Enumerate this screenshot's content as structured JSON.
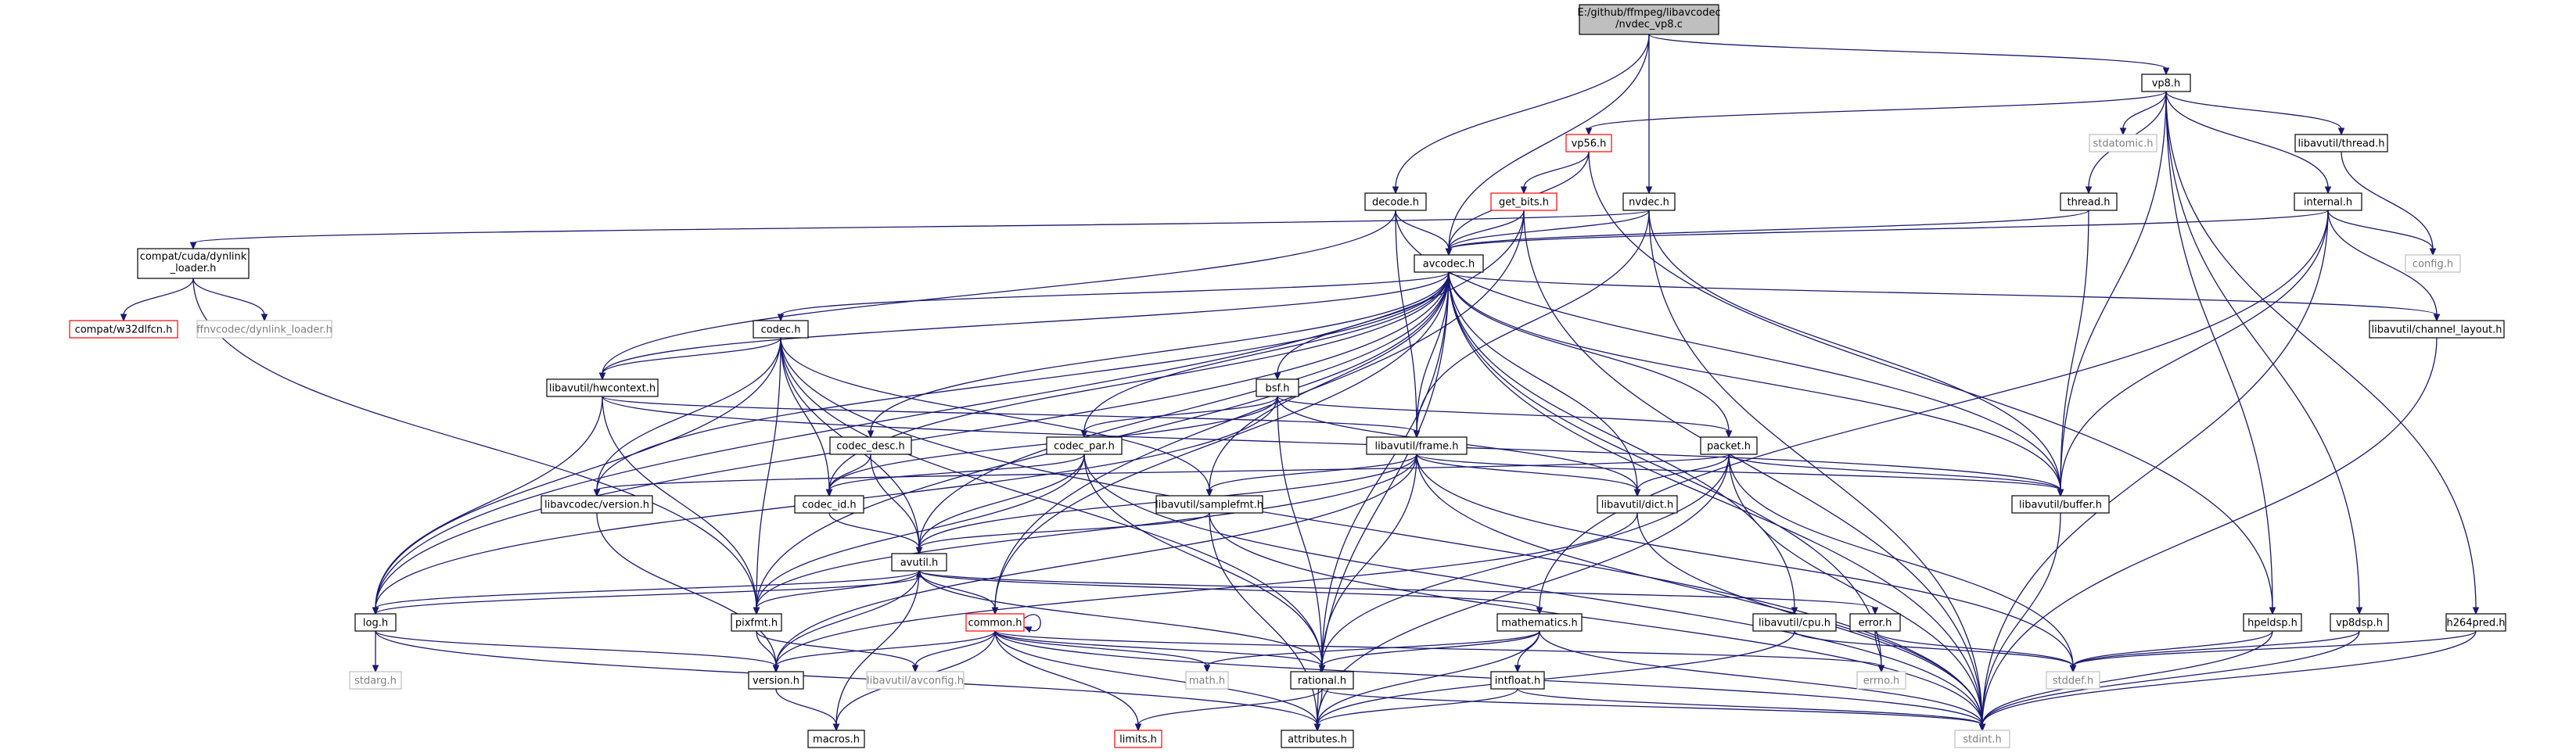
{
  "diagram": {
    "colors": {
      "edge": "#191970",
      "root_fill": "#bfbfbf",
      "node_border": "#000000",
      "missing_border": "#ff0000",
      "external_border": "#bfbfbf",
      "external_text": "#7f7f7f"
    },
    "nodes": [
      {
        "id": "root",
        "lines": [
          "E:/github/ffmpeg/libavcodec",
          "/nvdec_vp8.c"
        ],
        "kind": "root"
      },
      {
        "id": "vp8",
        "lines": [
          "vp8.h"
        ],
        "kind": "normal"
      },
      {
        "id": "vp56",
        "lines": [
          "vp56.h"
        ],
        "kind": "missing"
      },
      {
        "id": "stdatomic",
        "lines": [
          "stdatomic.h"
        ],
        "kind": "external"
      },
      {
        "id": "lthread",
        "lines": [
          "libavutil/thread.h"
        ],
        "kind": "normal"
      },
      {
        "id": "decode",
        "lines": [
          "decode.h"
        ],
        "kind": "normal"
      },
      {
        "id": "get_bits",
        "lines": [
          "get_bits.h"
        ],
        "kind": "missing"
      },
      {
        "id": "nvdec",
        "lines": [
          "nvdec.h"
        ],
        "kind": "normal"
      },
      {
        "id": "thread",
        "lines": [
          "thread.h"
        ],
        "kind": "normal"
      },
      {
        "id": "internal",
        "lines": [
          "internal.h"
        ],
        "kind": "normal"
      },
      {
        "id": "config",
        "lines": [
          "config.h"
        ],
        "kind": "external"
      },
      {
        "id": "cuda_loader",
        "lines": [
          "compat/cuda/dynlink",
          "_loader.h"
        ],
        "kind": "normal"
      },
      {
        "id": "avcodec",
        "lines": [
          "avcodec.h"
        ],
        "kind": "normal"
      },
      {
        "id": "w32dlfcn",
        "lines": [
          "compat/w32dlfcn.h"
        ],
        "kind": "missing"
      },
      {
        "id": "ffnv",
        "lines": [
          "ffnvcodec/dynlink_loader.h"
        ],
        "kind": "external"
      },
      {
        "id": "codec",
        "lines": [
          "codec.h"
        ],
        "kind": "normal"
      },
      {
        "id": "chlayout",
        "lines": [
          "libavutil/channel_layout.h"
        ],
        "kind": "normal"
      },
      {
        "id": "hwcontext",
        "lines": [
          "libavutil/hwcontext.h"
        ],
        "kind": "normal"
      },
      {
        "id": "bsf",
        "lines": [
          "bsf.h"
        ],
        "kind": "normal"
      },
      {
        "id": "codec_desc",
        "lines": [
          "codec_desc.h"
        ],
        "kind": "normal"
      },
      {
        "id": "codec_par",
        "lines": [
          "codec_par.h"
        ],
        "kind": "normal"
      },
      {
        "id": "frame",
        "lines": [
          "libavutil/frame.h"
        ],
        "kind": "normal"
      },
      {
        "id": "packet",
        "lines": [
          "packet.h"
        ],
        "kind": "normal"
      },
      {
        "id": "lavc_version",
        "lines": [
          "libavcodec/version.h"
        ],
        "kind": "normal"
      },
      {
        "id": "codec_id",
        "lines": [
          "codec_id.h"
        ],
        "kind": "normal"
      },
      {
        "id": "samplefmt",
        "lines": [
          "libavutil/samplefmt.h"
        ],
        "kind": "normal"
      },
      {
        "id": "dict",
        "lines": [
          "libavutil/dict.h"
        ],
        "kind": "normal"
      },
      {
        "id": "buffer",
        "lines": [
          "libavutil/buffer.h"
        ],
        "kind": "normal"
      },
      {
        "id": "avutil",
        "lines": [
          "avutil.h"
        ],
        "kind": "normal"
      },
      {
        "id": "log",
        "lines": [
          "log.h"
        ],
        "kind": "normal"
      },
      {
        "id": "pixfmt",
        "lines": [
          "pixfmt.h"
        ],
        "kind": "normal"
      },
      {
        "id": "common",
        "lines": [
          "common.h"
        ],
        "kind": "missing"
      },
      {
        "id": "mathematics",
        "lines": [
          "mathematics.h"
        ],
        "kind": "normal"
      },
      {
        "id": "cpu",
        "lines": [
          "libavutil/cpu.h"
        ],
        "kind": "normal"
      },
      {
        "id": "error",
        "lines": [
          "error.h"
        ],
        "kind": "normal"
      },
      {
        "id": "hpeldsp",
        "lines": [
          "hpeldsp.h"
        ],
        "kind": "normal"
      },
      {
        "id": "vp8dsp",
        "lines": [
          "vp8dsp.h"
        ],
        "kind": "normal"
      },
      {
        "id": "h264pred",
        "lines": [
          "h264pred.h"
        ],
        "kind": "normal"
      },
      {
        "id": "stdarg",
        "lines": [
          "stdarg.h"
        ],
        "kind": "external"
      },
      {
        "id": "version",
        "lines": [
          "version.h"
        ],
        "kind": "normal"
      },
      {
        "id": "avconfig",
        "lines": [
          "libavutil/avconfig.h"
        ],
        "kind": "external"
      },
      {
        "id": "math",
        "lines": [
          "math.h"
        ],
        "kind": "external"
      },
      {
        "id": "rational",
        "lines": [
          "rational.h"
        ],
        "kind": "normal"
      },
      {
        "id": "intfloat",
        "lines": [
          "intfloat.h"
        ],
        "kind": "normal"
      },
      {
        "id": "errno",
        "lines": [
          "errno.h"
        ],
        "kind": "external"
      },
      {
        "id": "stddef",
        "lines": [
          "stddef.h"
        ],
        "kind": "external"
      },
      {
        "id": "macros",
        "lines": [
          "macros.h"
        ],
        "kind": "normal"
      },
      {
        "id": "limits",
        "lines": [
          "limits.h"
        ],
        "kind": "missing"
      },
      {
        "id": "attributes",
        "lines": [
          "attributes.h"
        ],
        "kind": "normal"
      },
      {
        "id": "stdint",
        "lines": [
          "stdint.h"
        ],
        "kind": "external"
      }
    ],
    "edges": [
      [
        "root",
        "vp8"
      ],
      [
        "root",
        "decode"
      ],
      [
        "root",
        "avcodec"
      ],
      [
        "root",
        "nvdec"
      ],
      [
        "vp8",
        "vp56"
      ],
      [
        "vp8",
        "stdatomic"
      ],
      [
        "vp8",
        "lthread"
      ],
      [
        "vp8",
        "thread"
      ],
      [
        "vp8",
        "internal"
      ],
      [
        "vp8",
        "buffer"
      ],
      [
        "vp8",
        "hpeldsp"
      ],
      [
        "vp8",
        "vp8dsp"
      ],
      [
        "vp8",
        "h264pred"
      ],
      [
        "vp56",
        "get_bits"
      ],
      [
        "vp56",
        "avcodec"
      ],
      [
        "vp56",
        "hpeldsp"
      ],
      [
        "lthread",
        "config"
      ],
      [
        "decode",
        "avcodec"
      ],
      [
        "decode",
        "frame"
      ],
      [
        "decode",
        "buffer"
      ],
      [
        "decode",
        "hwcontext"
      ],
      [
        "get_bits",
        "avcodec"
      ],
      [
        "get_bits",
        "common"
      ],
      [
        "get_bits",
        "log"
      ],
      [
        "get_bits",
        "stdint"
      ],
      [
        "nvdec",
        "avcodec"
      ],
      [
        "nvdec",
        "frame"
      ],
      [
        "nvdec",
        "buffer"
      ],
      [
        "nvdec",
        "cuda_loader"
      ],
      [
        "nvdec",
        "stdint"
      ],
      [
        "thread",
        "avcodec"
      ],
      [
        "thread",
        "buffer"
      ],
      [
        "internal",
        "avcodec"
      ],
      [
        "internal",
        "config"
      ],
      [
        "internal",
        "chlayout"
      ],
      [
        "internal",
        "buffer"
      ],
      [
        "internal",
        "mathematics"
      ],
      [
        "internal",
        "stdint"
      ],
      [
        "cuda_loader",
        "w32dlfcn"
      ],
      [
        "cuda_loader",
        "ffnv"
      ],
      [
        "cuda_loader",
        "pixfmt"
      ],
      [
        "avcodec",
        "codec"
      ],
      [
        "avcodec",
        "chlayout"
      ],
      [
        "avcodec",
        "hwcontext"
      ],
      [
        "avcodec",
        "bsf"
      ],
      [
        "avcodec",
        "codec_desc"
      ],
      [
        "avcodec",
        "codec_par"
      ],
      [
        "avcodec",
        "frame"
      ],
      [
        "avcodec",
        "packet"
      ],
      [
        "avcodec",
        "lavc_version"
      ],
      [
        "avcodec",
        "codec_id"
      ],
      [
        "avcodec",
        "samplefmt"
      ],
      [
        "avcodec",
        "dict"
      ],
      [
        "avcodec",
        "buffer"
      ],
      [
        "avcodec",
        "avutil"
      ],
      [
        "avcodec",
        "log"
      ],
      [
        "avcodec",
        "pixfmt"
      ],
      [
        "avcodec",
        "common"
      ],
      [
        "avcodec",
        "cpu"
      ],
      [
        "avcodec",
        "rational"
      ],
      [
        "avcodec",
        "errno"
      ],
      [
        "avcodec",
        "attributes"
      ],
      [
        "avcodec",
        "stdint"
      ],
      [
        "codec",
        "hwcontext"
      ],
      [
        "codec",
        "lavc_version"
      ],
      [
        "codec",
        "codec_id"
      ],
      [
        "codec",
        "samplefmt"
      ],
      [
        "codec",
        "avutil"
      ],
      [
        "codec",
        "log"
      ],
      [
        "codec",
        "pixfmt"
      ],
      [
        "codec",
        "rational"
      ],
      [
        "codec",
        "stdint"
      ],
      [
        "hwcontext",
        "frame"
      ],
      [
        "hwcontext",
        "buffer"
      ],
      [
        "hwcontext",
        "log"
      ],
      [
        "hwcontext",
        "pixfmt"
      ],
      [
        "bsf",
        "codec_id"
      ],
      [
        "bsf",
        "codec_par"
      ],
      [
        "bsf",
        "dict"
      ],
      [
        "bsf",
        "packet"
      ],
      [
        "bsf",
        "log"
      ],
      [
        "bsf",
        "rational"
      ],
      [
        "codec_desc",
        "codec_id"
      ],
      [
        "codec_desc",
        "avutil"
      ],
      [
        "codec_par",
        "codec_id"
      ],
      [
        "codec_par",
        "avutil"
      ],
      [
        "codec_par",
        "pixfmt"
      ],
      [
        "codec_par",
        "rational"
      ],
      [
        "codec_par",
        "stdint"
      ],
      [
        "frame",
        "avutil"
      ],
      [
        "frame",
        "buffer"
      ],
      [
        "frame",
        "dict"
      ],
      [
        "frame",
        "samplefmt"
      ],
      [
        "frame",
        "rational"
      ],
      [
        "frame",
        "pixfmt"
      ],
      [
        "frame",
        "version"
      ],
      [
        "frame",
        "stddef"
      ],
      [
        "frame",
        "stdint"
      ],
      [
        "packet",
        "lavc_version"
      ],
      [
        "packet",
        "dict"
      ],
      [
        "packet",
        "buffer"
      ],
      [
        "packet",
        "rational"
      ],
      [
        "packet",
        "attributes"
      ],
      [
        "packet",
        "stddef"
      ],
      [
        "packet",
        "stdint"
      ],
      [
        "lavc_version",
        "version"
      ],
      [
        "codec_id",
        "avutil"
      ],
      [
        "samplefmt",
        "avutil"
      ],
      [
        "samplefmt",
        "attributes"
      ],
      [
        "samplefmt",
        "stdint"
      ],
      [
        "dict",
        "version"
      ],
      [
        "dict",
        "stdint"
      ],
      [
        "buffer",
        "stdint"
      ],
      [
        "avutil",
        "log"
      ],
      [
        "avutil",
        "pixfmt"
      ],
      [
        "avutil",
        "common"
      ],
      [
        "avutil",
        "mathematics"
      ],
      [
        "avutil",
        "error"
      ],
      [
        "avutil",
        "rational"
      ],
      [
        "avutil",
        "version"
      ],
      [
        "avutil",
        "macros"
      ],
      [
        "log",
        "avutil"
      ],
      [
        "log",
        "stdarg"
      ],
      [
        "log",
        "version"
      ],
      [
        "log",
        "attributes"
      ],
      [
        "pixfmt",
        "avconfig"
      ],
      [
        "pixfmt",
        "version"
      ],
      [
        "common",
        "common"
      ],
      [
        "common",
        "version"
      ],
      [
        "common",
        "macros"
      ],
      [
        "common",
        "math"
      ],
      [
        "common",
        "rational"
      ],
      [
        "common",
        "limits"
      ],
      [
        "common",
        "attributes"
      ],
      [
        "common",
        "avconfig"
      ],
      [
        "common",
        "errno"
      ],
      [
        "common",
        "stdint"
      ],
      [
        "mathematics",
        "rational"
      ],
      [
        "mathematics",
        "intfloat"
      ],
      [
        "mathematics",
        "math"
      ],
      [
        "mathematics",
        "attributes"
      ],
      [
        "mathematics",
        "stdint"
      ],
      [
        "cpu",
        "attributes"
      ],
      [
        "cpu",
        "stddef"
      ],
      [
        "error",
        "errno"
      ],
      [
        "error",
        "stddef"
      ],
      [
        "hpeldsp",
        "stddef"
      ],
      [
        "hpeldsp",
        "stdint"
      ],
      [
        "vp8dsp",
        "stddef"
      ],
      [
        "vp8dsp",
        "stdint"
      ],
      [
        "h264pred",
        "stddef"
      ],
      [
        "h264pred",
        "stdint"
      ],
      [
        "rational",
        "attributes"
      ],
      [
        "rational",
        "limits"
      ],
      [
        "rational",
        "stdint"
      ],
      [
        "intfloat",
        "attributes"
      ],
      [
        "intfloat",
        "stdint"
      ],
      [
        "version",
        "macros"
      ],
      [
        "chlayout",
        "stdint"
      ]
    ]
  }
}
